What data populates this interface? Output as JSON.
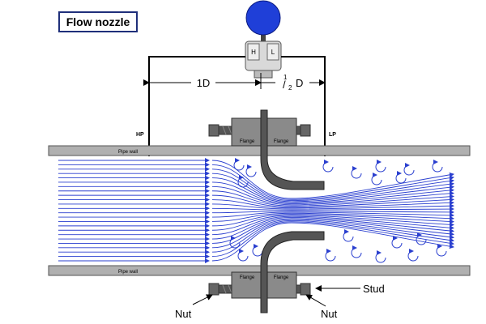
{
  "title": "Flow nozzle",
  "labels": {
    "transmitter_high": "H",
    "transmitter_low": "L",
    "dist_1d": "1D",
    "dist_half_num": "1",
    "dist_half_den": "2",
    "dist_half_unit": "D",
    "hp": "HP",
    "lp": "LP",
    "pipe_wall_top": "Pipe wall",
    "pipe_wall_bottom": "Pipe wall",
    "flange_top_left": "Flange",
    "flange_top_right": "Flange",
    "flange_bottom_left": "Flange",
    "flange_bottom_right": "Flange",
    "stud": "Stud",
    "nut_left": "Nut",
    "nut_right": "Nut"
  },
  "colors": {
    "transmitter_dome": "#1f3fd8",
    "flow_lines": "#2a3fcf",
    "pipe_wall": "#b0b0b0",
    "flange": "#8a8a8a",
    "nozzle": "#555555",
    "title_border": "#1f2f7a"
  }
}
